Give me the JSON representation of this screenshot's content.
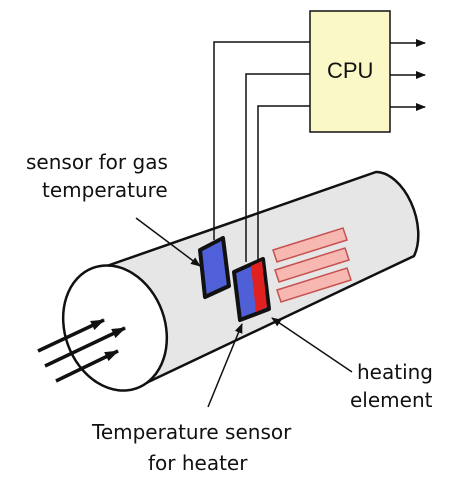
{
  "cpu": {
    "label": "CPU"
  },
  "labels": {
    "gas_sensor": [
      "sensor for gas",
      "temperature"
    ],
    "heating_element": [
      "heating",
      "element"
    ],
    "heater_sensor": [
      "Temperature sensor",
      "for heater"
    ]
  },
  "colors": {
    "cpu_fill": "#fbf8c8",
    "pipe_fill": "#e6e6e6",
    "pipe_end_fill": "#ffffff",
    "gas_sensor_fill": "#5060d8",
    "heater_sensor_fill": "#4f5fd6",
    "heater_sensor_red": "#e12020",
    "heating_strip_fill": "#f6b8b0",
    "heating_strip_stroke": "#c85050",
    "stroke": "#111111"
  }
}
